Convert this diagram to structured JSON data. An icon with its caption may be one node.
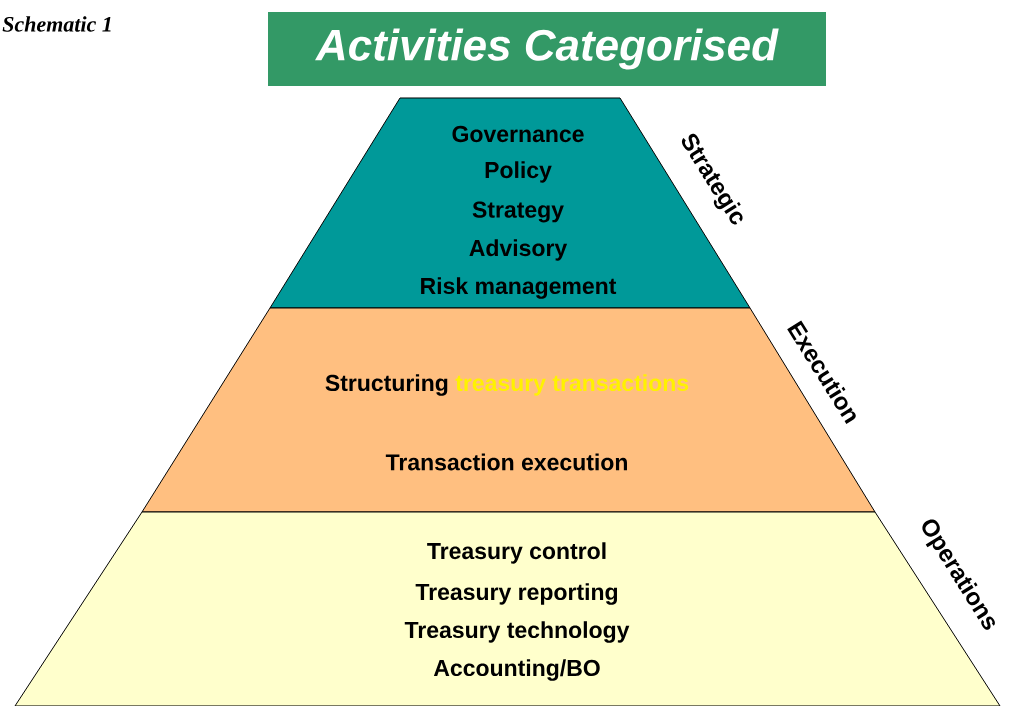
{
  "diagram": {
    "title": "Activities Categorised",
    "nodes": [
      {
        "text": [
          "Governance",
          "Policy",
          "Strategy",
          "Advisory",
          "Risk management"
        ],
        "beside": [
          "Strategic"
        ]
      },
      {
        "text": [
          "Structuring",
          "treasury transactions",
          "Transaction execution"
        ],
        "beside": [
          "Execution"
        ]
      },
      {
        "text": [
          "Treasury control",
          "Treasury reporting",
          "Treasury technology",
          "Accounting/BO"
        ],
        "beside": [
          "Operations"
        ]
      }
    ],
    "labels": [
      "Schematic 1"
    ]
  }
}
